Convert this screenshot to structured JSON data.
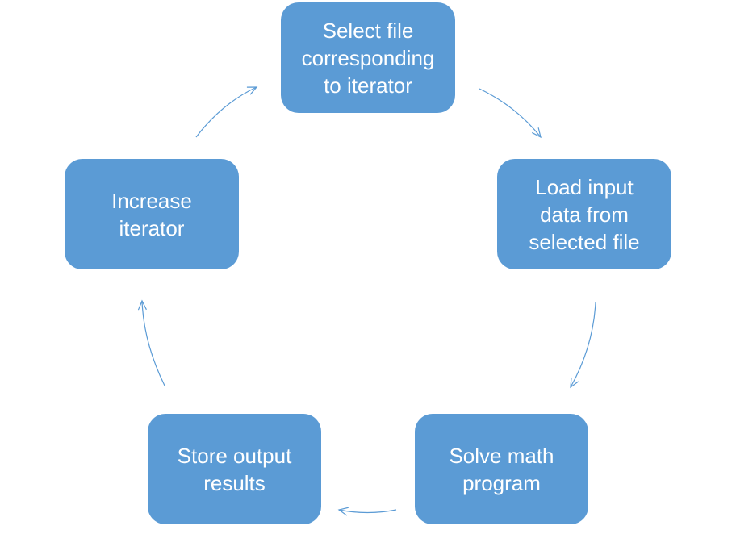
{
  "diagram": {
    "nodes": [
      {
        "id": "select-file",
        "label": "Select file\ncorresponding\nto iterator"
      },
      {
        "id": "load-input",
        "label": "Load input\ndata from\nselected file"
      },
      {
        "id": "solve-math",
        "label": "Solve math\nprogram"
      },
      {
        "id": "store-output",
        "label": "Store output\nresults"
      },
      {
        "id": "increase-iterator",
        "label": "Increase\niterator"
      }
    ],
    "edges": [
      {
        "from": "select-file",
        "to": "load-input"
      },
      {
        "from": "load-input",
        "to": "solve-math"
      },
      {
        "from": "solve-math",
        "to": "store-output"
      },
      {
        "from": "store-output",
        "to": "increase-iterator"
      },
      {
        "from": "increase-iterator",
        "to": "select-file"
      }
    ],
    "colors": {
      "node_fill": "#5b9bd5",
      "node_text": "#ffffff",
      "arrow": "#5b9bd5"
    }
  }
}
